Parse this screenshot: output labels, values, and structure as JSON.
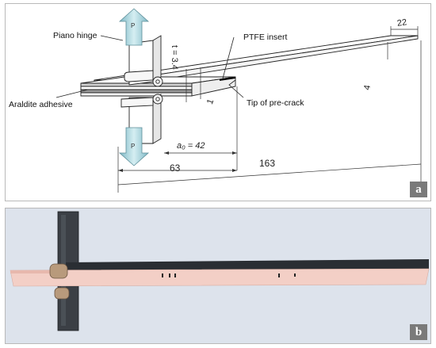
{
  "panel_a": {
    "labels": {
      "piano_hinge": "Piano hinge",
      "araldite": "Araldite adhesive",
      "ptfe": "PTFE insert",
      "tip": "Tip of pre-crack"
    },
    "dimensions": {
      "width": "22",
      "thickness": "t = 3.4",
      "thickness_right": "4",
      "insert": "1",
      "a0": "a₀ = 42",
      "len_63": "63",
      "len_163": "163"
    },
    "load": "P",
    "tag": "a"
  },
  "panel_b": {
    "tag": "b"
  },
  "colors": {
    "arrow_fill": "#a9d4dc",
    "specimen_dark": "#2a2e33",
    "coating": "#f3cfc6",
    "photo_bg": "#dde3ec",
    "tag_bg": "#7a7a7a"
  }
}
